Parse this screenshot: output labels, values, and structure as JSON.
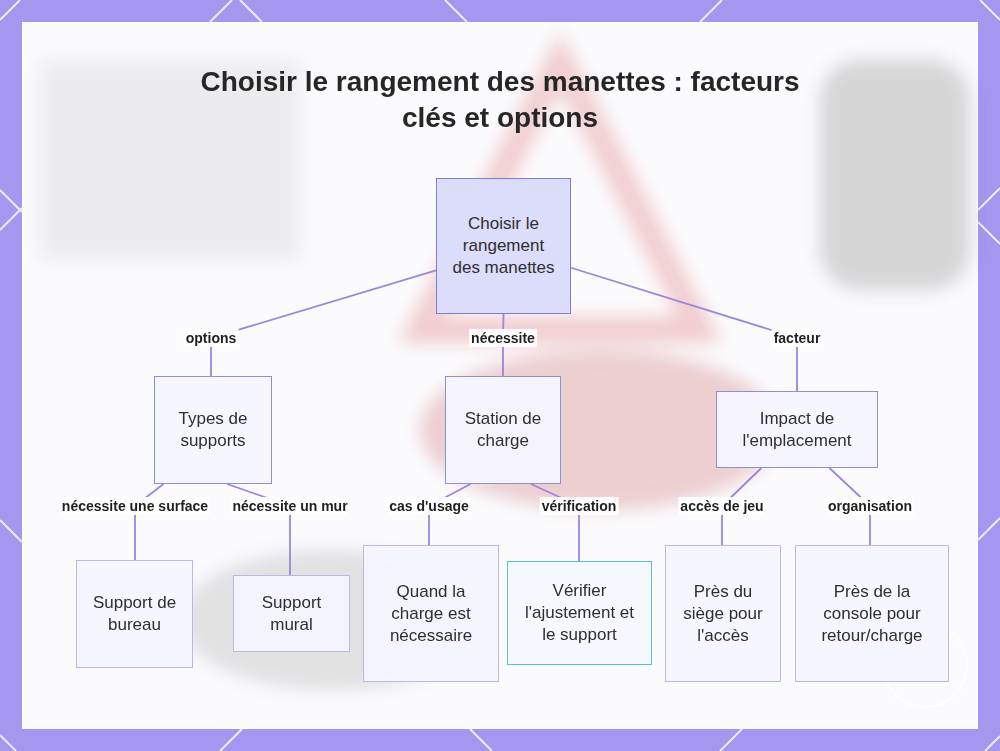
{
  "diagram": {
    "title": "Choisir le rangement des manettes : facteurs clés et options",
    "nodes": [
      {
        "text": [
          "Choisir le rangement des manettes"
        ]
      },
      {
        "text": [
          "Types de supports"
        ]
      },
      {
        "text": [
          "Station de charge"
        ]
      },
      {
        "text": [
          "Impact de l'emplacement"
        ]
      },
      {
        "text": [
          "Support de bureau"
        ]
      },
      {
        "text": [
          "Support mural"
        ]
      },
      {
        "text": [
          "Quand la charge est nécessaire"
        ]
      },
      {
        "text": [
          "Vérifier l'ajustement et le support"
        ]
      },
      {
        "text": [
          "Près du siège pour l'accès"
        ]
      },
      {
        "text": [
          "Près de la console pour retour/charge"
        ]
      }
    ],
    "edges": [
      {
        "from": 0,
        "to": 1,
        "label": "options",
        "arrow": "none"
      },
      {
        "from": 0,
        "to": 2,
        "label": "nécessite",
        "arrow": "none"
      },
      {
        "from": 0,
        "to": 3,
        "label": "facteur",
        "arrow": "none"
      },
      {
        "from": 1,
        "to": 4,
        "label": "nécessite une surface",
        "arrow": "none"
      },
      {
        "from": 1,
        "to": 5,
        "label": "nécessite un mur",
        "arrow": "none"
      },
      {
        "from": 2,
        "to": 6,
        "label": "cas d'usage",
        "arrow": "none"
      },
      {
        "from": 2,
        "to": 7,
        "label": "vérification",
        "arrow": "none"
      },
      {
        "from": 3,
        "to": 8,
        "label": "accès de jeu",
        "arrow": "none"
      },
      {
        "from": 3,
        "to": 9,
        "label": "organisation",
        "arrow": "none"
      }
    ]
  }
}
